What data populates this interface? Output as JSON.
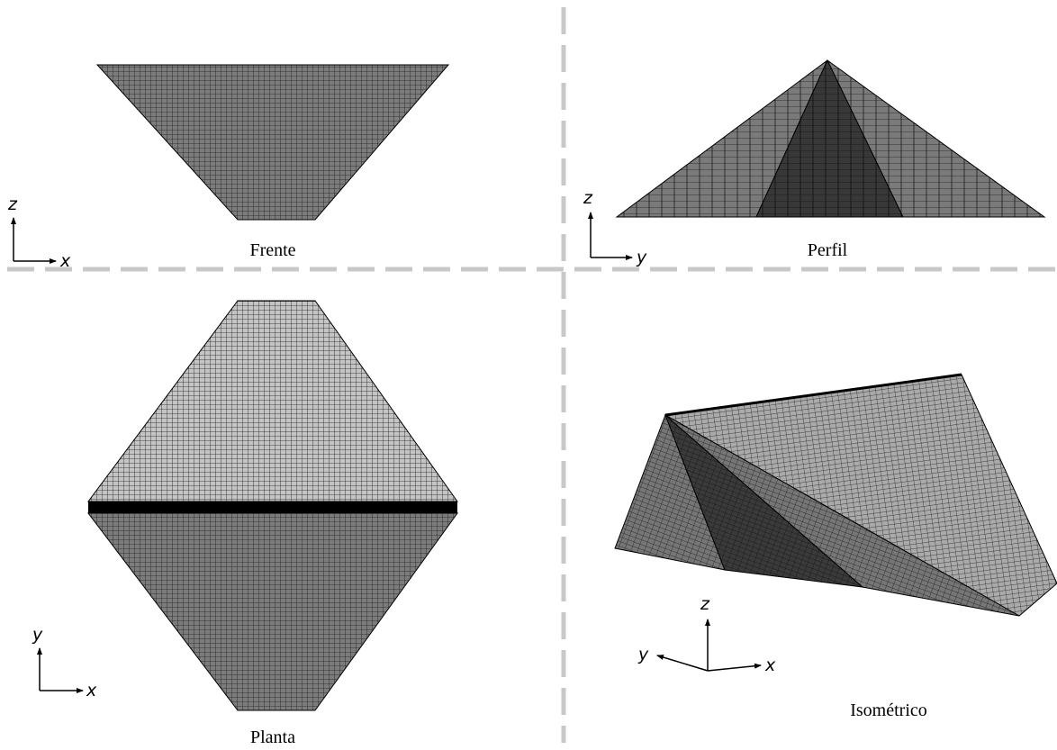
{
  "views": {
    "front": {
      "label": "Frente"
    },
    "side": {
      "label": "Perfil"
    },
    "plan": {
      "label": "Planta"
    },
    "iso": {
      "label": "Isométrico"
    }
  },
  "axes": {
    "front": {
      "vertical": "z",
      "horizontal": "x"
    },
    "side": {
      "vertical": "z",
      "horizontal": "y"
    },
    "plan": {
      "vertical": "y",
      "horizontal": "x"
    },
    "iso": {
      "vertical": "z",
      "left": "y",
      "right": "x"
    }
  },
  "colors": {
    "divider": "#c8c8c8",
    "mesh_line": "#1a1a1a",
    "face_light": "#c4c4c4",
    "face_mid": "#808080",
    "face_dark": "#404040",
    "ridge": "#000000"
  }
}
